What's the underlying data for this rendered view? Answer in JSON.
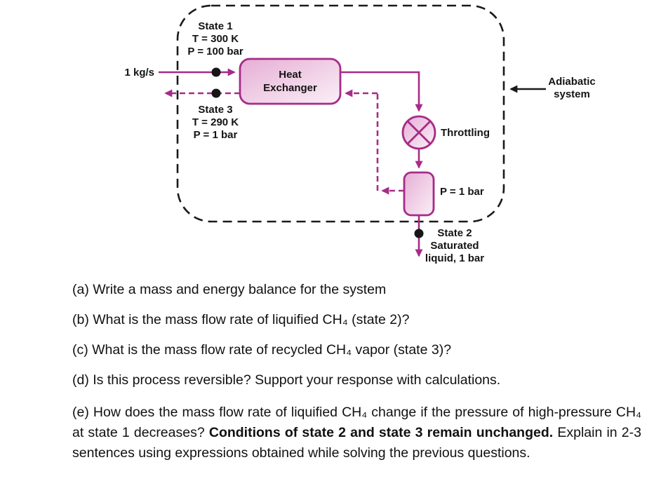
{
  "diagram": {
    "flow_rate_label": "1 kg/s",
    "state1": {
      "line1": "State 1",
      "line2": "T = 300 K",
      "line3": "P = 100 bar"
    },
    "state3": {
      "line1": "State 3",
      "line2": "T = 290 K",
      "line3": "P = 1 bar"
    },
    "heat_exchanger": {
      "line1": "Heat",
      "line2": "Exchanger"
    },
    "throttling_label": "Throttling",
    "adiabatic": {
      "line1": "Adiabatic",
      "line2": "system"
    },
    "drum_pressure_label": "P = 1 bar",
    "state2": {
      "line1": "State 2",
      "line2": "Saturated",
      "line3": "liquid, 1 bar"
    },
    "colors": {
      "accent_magenta": "#a62c87",
      "fill_pink_dark": "#e6aed5",
      "fill_pink_light": "#faf0f7",
      "boundary_black": "#1a1a1a"
    }
  },
  "questions": {
    "a": "(a) Write a mass and energy balance for the system",
    "b": "(b) What is the mass flow rate of liquified CH₄ (state 2)?",
    "c": "(c) What is the mass flow rate of recycled CH₄ vapor (state 3)?",
    "d": "(d) Is this process reversible? Support your response with calculations.",
    "e_part1": "(e) How does the mass flow rate of liquified CH₄ change if the pressure of high-pressure CH₄ at state 1 decreases? ",
    "e_bold": "Conditions of state 2 and state 3 remain unchanged.",
    "e_part2": " Explain in 2-3 sentences using expressions obtained while solving the previous questions."
  }
}
